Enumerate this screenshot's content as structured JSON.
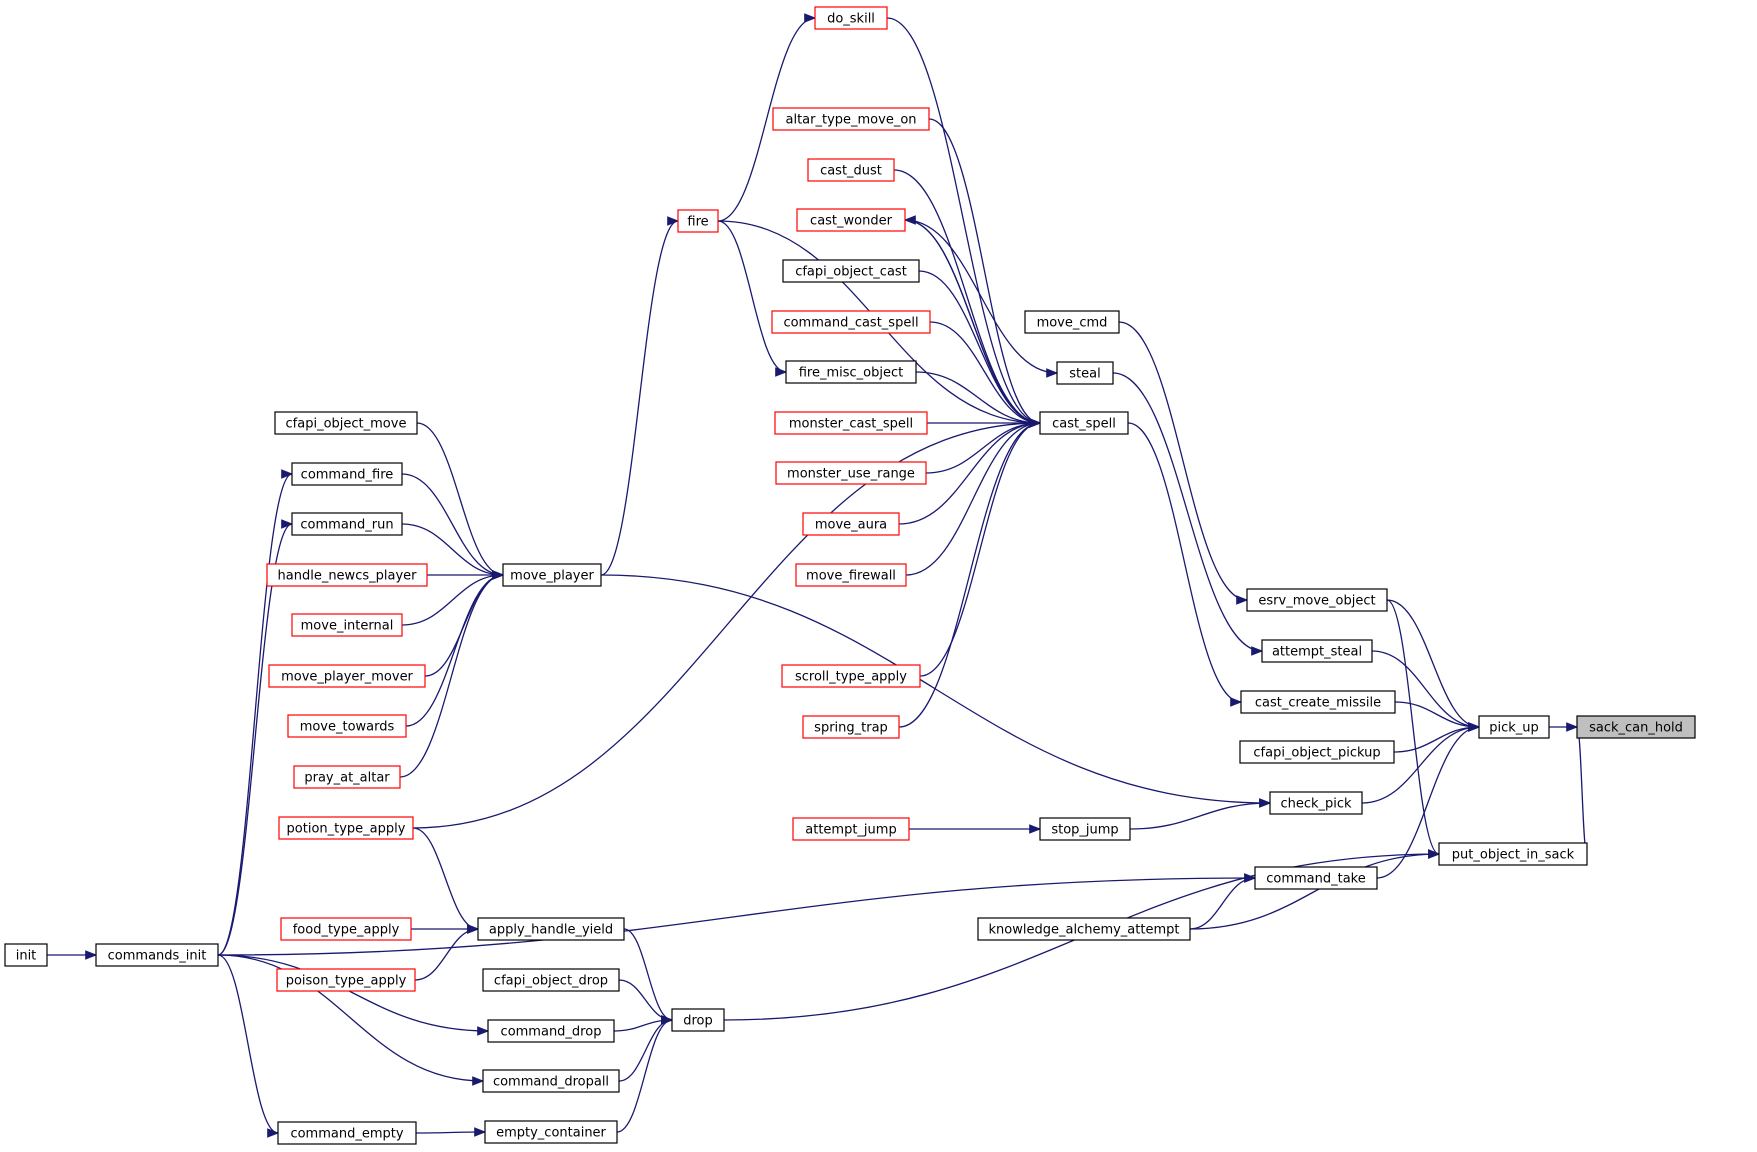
{
  "graph": {
    "edge_color": "#191970",
    "red_border_color": "#ff0000",
    "root_fill": "#bfbfbf",
    "nodes": [
      {
        "id": "sack_can_hold",
        "label": "sack_can_hold",
        "style": "root"
      },
      {
        "id": "pick_up",
        "label": "pick_up",
        "style": "black"
      },
      {
        "id": "put_object_in_sack",
        "label": "put_object_in_sack",
        "style": "black"
      },
      {
        "id": "esrv_move_object",
        "label": "esrv_move_object",
        "style": "black"
      },
      {
        "id": "attempt_steal",
        "label": "attempt_steal",
        "style": "black"
      },
      {
        "id": "cast_create_missile",
        "label": "cast_create_missile",
        "style": "black"
      },
      {
        "id": "cfapi_object_pickup",
        "label": "cfapi_object_pickup",
        "style": "black"
      },
      {
        "id": "check_pick",
        "label": "check_pick",
        "style": "black"
      },
      {
        "id": "command_take",
        "label": "command_take",
        "style": "black"
      },
      {
        "id": "knowledge_alchemy_attempt",
        "label": "knowledge_alchemy_attempt",
        "style": "black"
      },
      {
        "id": "move_cmd",
        "label": "move_cmd",
        "style": "black"
      },
      {
        "id": "steal",
        "label": "steal",
        "style": "black"
      },
      {
        "id": "cast_spell",
        "label": "cast_spell",
        "style": "black"
      },
      {
        "id": "stop_jump",
        "label": "stop_jump",
        "style": "black"
      },
      {
        "id": "attempt_jump",
        "label": "attempt_jump",
        "style": "red"
      },
      {
        "id": "do_skill",
        "label": "do_skill",
        "style": "red"
      },
      {
        "id": "altar_type_move_on",
        "label": "altar_type_move_on",
        "style": "red"
      },
      {
        "id": "cast_dust",
        "label": "cast_dust",
        "style": "red"
      },
      {
        "id": "cast_wonder",
        "label": "cast_wonder",
        "style": "red"
      },
      {
        "id": "cfapi_object_cast",
        "label": "cfapi_object_cast",
        "style": "black"
      },
      {
        "id": "command_cast_spell",
        "label": "command_cast_spell",
        "style": "red"
      },
      {
        "id": "fire_misc_object",
        "label": "fire_misc_object",
        "style": "black"
      },
      {
        "id": "monster_cast_spell",
        "label": "monster_cast_spell",
        "style": "red"
      },
      {
        "id": "monster_use_range",
        "label": "monster_use_range",
        "style": "red"
      },
      {
        "id": "move_aura",
        "label": "move_aura",
        "style": "red"
      },
      {
        "id": "move_firewall",
        "label": "move_firewall",
        "style": "red"
      },
      {
        "id": "scroll_type_apply",
        "label": "scroll_type_apply",
        "style": "red"
      },
      {
        "id": "spring_trap",
        "label": "spring_trap",
        "style": "red"
      },
      {
        "id": "fire",
        "label": "fire",
        "style": "red"
      },
      {
        "id": "move_player",
        "label": "move_player",
        "style": "black"
      },
      {
        "id": "potion_type_apply",
        "label": "potion_type_apply",
        "style": "red"
      },
      {
        "id": "cfapi_object_move",
        "label": "cfapi_object_move",
        "style": "black"
      },
      {
        "id": "command_fire",
        "label": "command_fire",
        "style": "black"
      },
      {
        "id": "command_run",
        "label": "command_run",
        "style": "black"
      },
      {
        "id": "handle_newcs_player",
        "label": "handle_newcs_player",
        "style": "red"
      },
      {
        "id": "move_internal",
        "label": "move_internal",
        "style": "red"
      },
      {
        "id": "move_player_mover",
        "label": "move_player_mover",
        "style": "red"
      },
      {
        "id": "move_towards",
        "label": "move_towards",
        "style": "red"
      },
      {
        "id": "pray_at_altar",
        "label": "pray_at_altar",
        "style": "red"
      },
      {
        "id": "drop",
        "label": "drop",
        "style": "black"
      },
      {
        "id": "apply_handle_yield",
        "label": "apply_handle_yield",
        "style": "black"
      },
      {
        "id": "cfapi_object_drop",
        "label": "cfapi_object_drop",
        "style": "black"
      },
      {
        "id": "command_drop",
        "label": "command_drop",
        "style": "black"
      },
      {
        "id": "command_dropall",
        "label": "command_dropall",
        "style": "black"
      },
      {
        "id": "empty_container",
        "label": "empty_container",
        "style": "black"
      },
      {
        "id": "food_type_apply",
        "label": "food_type_apply",
        "style": "red"
      },
      {
        "id": "poison_type_apply",
        "label": "poison_type_apply",
        "style": "red"
      },
      {
        "id": "command_empty",
        "label": "command_empty",
        "style": "black"
      },
      {
        "id": "commands_init",
        "label": "commands_init",
        "style": "black"
      },
      {
        "id": "init",
        "label": "init",
        "style": "black"
      }
    ]
  }
}
